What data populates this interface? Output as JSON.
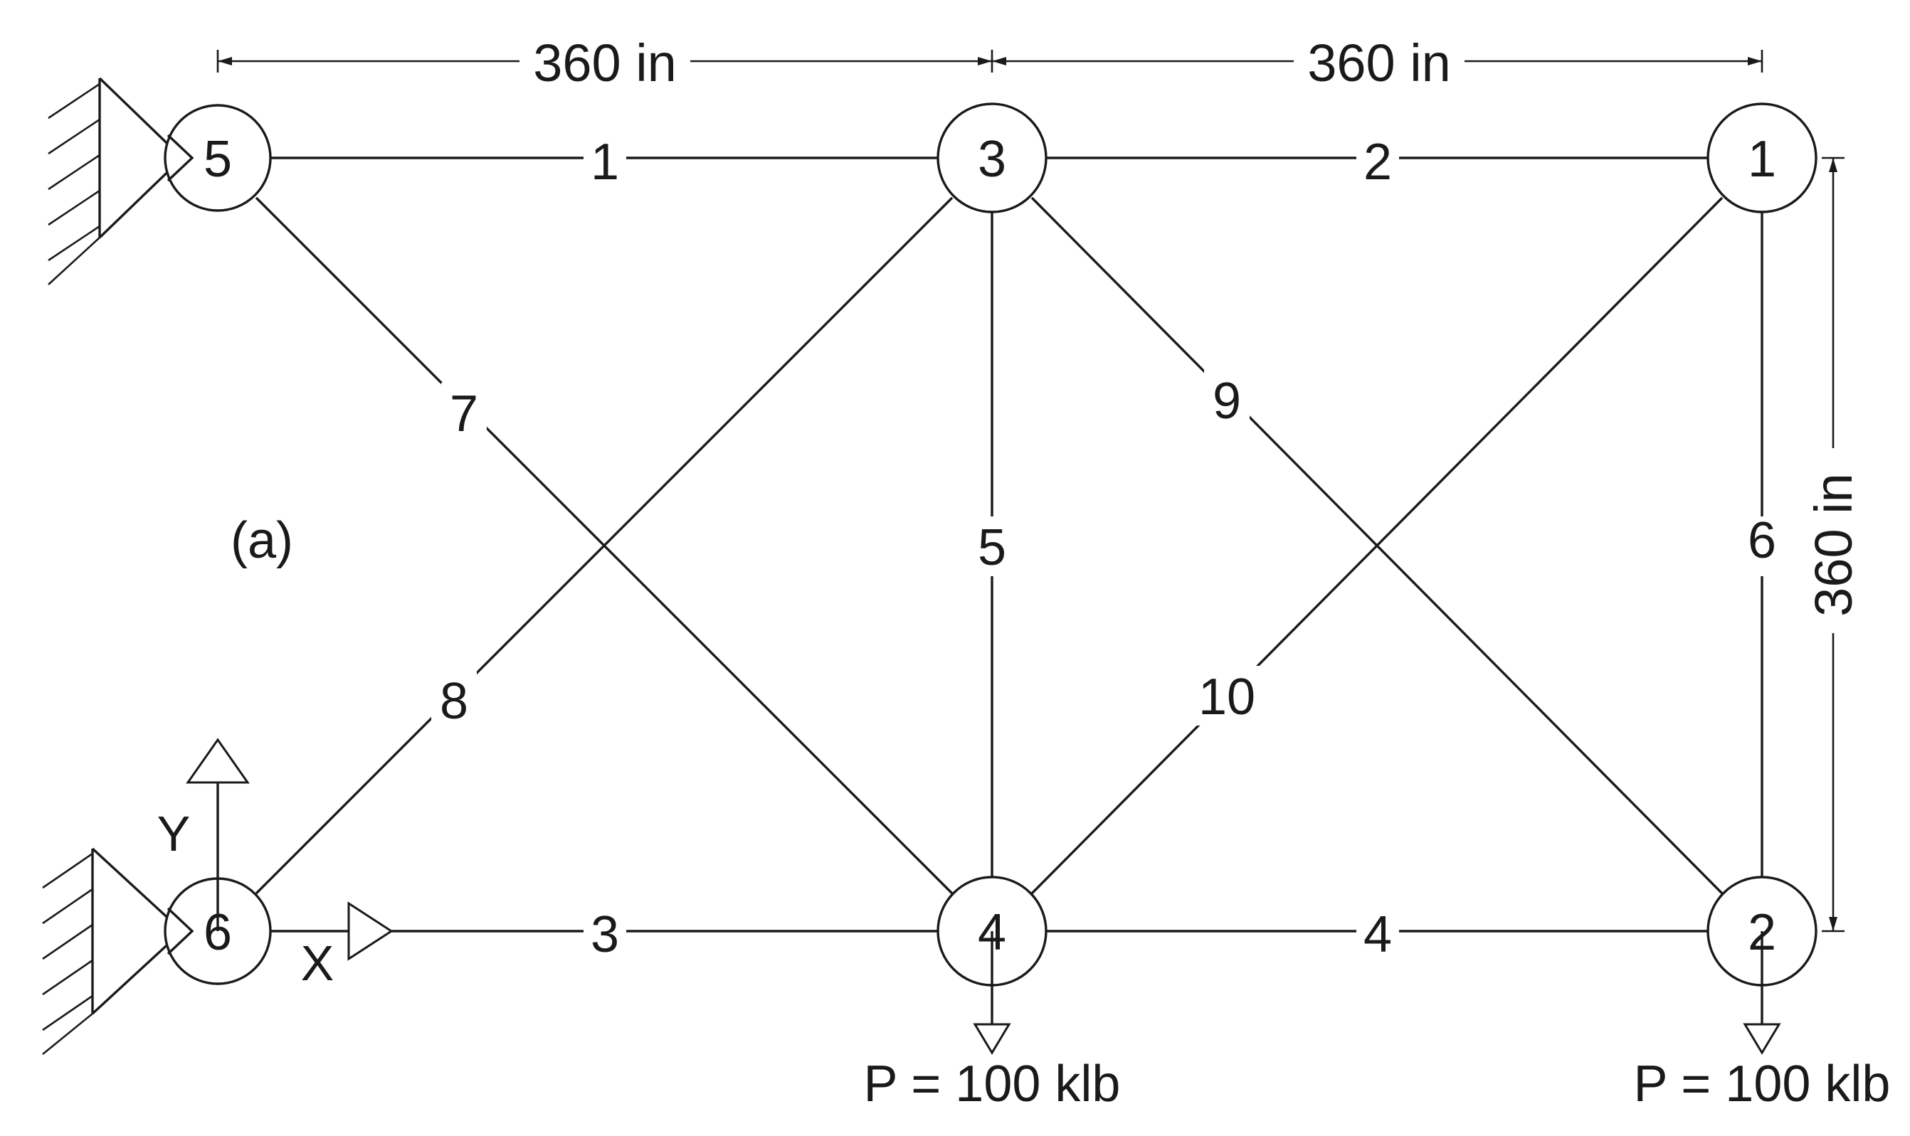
{
  "panel_label": "(a)",
  "dimensions": {
    "top_left": "360 in",
    "top_right": "360 in",
    "right_vertical": "360 in"
  },
  "nodes": [
    {
      "id": "1",
      "label": "1"
    },
    {
      "id": "2",
      "label": "2"
    },
    {
      "id": "3",
      "label": "3"
    },
    {
      "id": "4",
      "label": "4"
    },
    {
      "id": "5",
      "label": "5"
    },
    {
      "id": "6",
      "label": "6"
    }
  ],
  "members": [
    {
      "label": "1",
      "from": "5",
      "to": "3"
    },
    {
      "label": "2",
      "from": "3",
      "to": "1"
    },
    {
      "label": "3",
      "from": "6",
      "to": "4"
    },
    {
      "label": "4",
      "from": "4",
      "to": "2"
    },
    {
      "label": "5",
      "from": "3",
      "to": "4"
    },
    {
      "label": "6",
      "from": "1",
      "to": "2"
    },
    {
      "label": "7",
      "from": "5",
      "to": "4"
    },
    {
      "label": "8",
      "from": "6",
      "to": "3"
    },
    {
      "label": "9",
      "from": "3",
      "to": "2"
    },
    {
      "label": "10",
      "from": "4",
      "to": "1"
    }
  ],
  "loads": [
    {
      "node": "4",
      "label": "P = 100 klb"
    },
    {
      "node": "2",
      "label": "P = 100 klb"
    }
  ],
  "axes": {
    "x_label": "X",
    "y_label": "Y"
  },
  "supports": [
    {
      "node": "5",
      "type": "pin-wall"
    },
    {
      "node": "6",
      "type": "pin-wall"
    }
  ]
}
